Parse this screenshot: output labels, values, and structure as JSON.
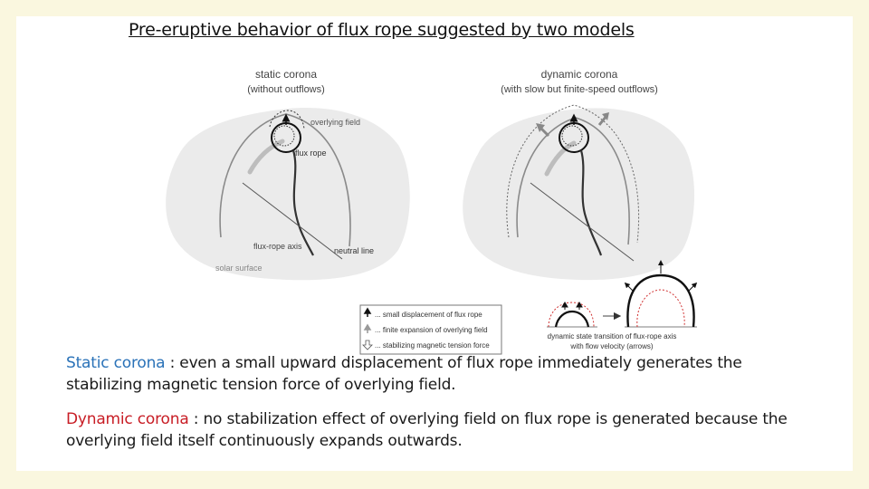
{
  "title": "Pre-eruptive behavior of flux rope suggested by two models",
  "figure": {
    "left_panel": {
      "heading": "static corona",
      "subheading": "(without outflows)",
      "labels": {
        "overlying_field": "overlying field",
        "flux_rope": "flux rope",
        "flux_rope_axis": "flux-rope axis",
        "neutral_line": "neutral line",
        "solar_surface": "solar surface"
      }
    },
    "right_panel": {
      "heading": "dynamic corona",
      "subheading": "(with slow but finite-speed outflows)"
    },
    "legend": {
      "items": [
        {
          "label": "... small displacement of flux rope",
          "icon": "black-arrow-icon"
        },
        {
          "label": "... finite expansion of overlying field",
          "icon": "gray-arrow-icon"
        },
        {
          "label": "... stabilizing magnetic tension force",
          "icon": "hollow-down-arrow-icon"
        }
      ]
    },
    "transition": {
      "caption_line1": "dynamic state transition of flux-rope axis",
      "caption_line2": "with flow velocity (arrows)"
    }
  },
  "paragraphs": [
    {
      "term": "Static corona",
      "text": " : even a small upward displacement of flux rope immediately generates the stabilizing magnetic tension force of overlying field.",
      "term_color": "#2a72b8"
    },
    {
      "term": "Dynamic corona",
      "text": " : no stabilization effect of overlying field on flux rope is generated because the overlying field itself continuously expands outwards.",
      "term_color": "#c81d25"
    }
  ]
}
